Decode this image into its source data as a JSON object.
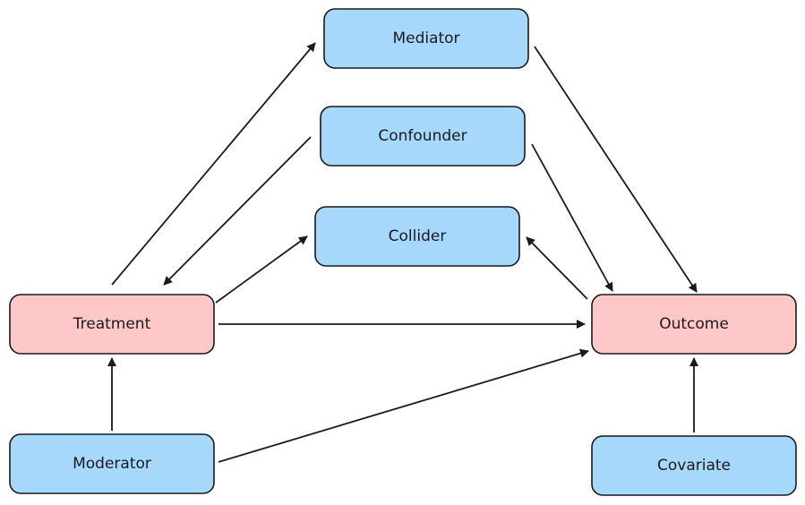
{
  "colors": {
    "variable_node": "#a6d8fc",
    "key_node": "#ffc8c8",
    "stroke": "#1a1a1a"
  },
  "nodes": {
    "mediator": {
      "label": "Mediator",
      "kind": "variable"
    },
    "confounder": {
      "label": "Confounder",
      "kind": "variable"
    },
    "collider": {
      "label": "Collider",
      "kind": "variable"
    },
    "treatment": {
      "label": "Treatment",
      "kind": "key"
    },
    "outcome": {
      "label": "Outcome",
      "kind": "key"
    },
    "moderator": {
      "label": "Moderator",
      "kind": "variable"
    },
    "covariate": {
      "label": "Covariate",
      "kind": "variable"
    }
  },
  "edges": [
    {
      "from": "Treatment",
      "to": "Mediator"
    },
    {
      "from": "Mediator",
      "to": "Outcome"
    },
    {
      "from": "Confounder",
      "to": "Treatment"
    },
    {
      "from": "Confounder",
      "to": "Outcome"
    },
    {
      "from": "Treatment",
      "to": "Collider"
    },
    {
      "from": "Outcome",
      "to": "Collider"
    },
    {
      "from": "Treatment",
      "to": "Outcome"
    },
    {
      "from": "Moderator",
      "to": "Treatment"
    },
    {
      "from": "Moderator",
      "to": "Outcome"
    },
    {
      "from": "Covariate",
      "to": "Outcome"
    }
  ]
}
